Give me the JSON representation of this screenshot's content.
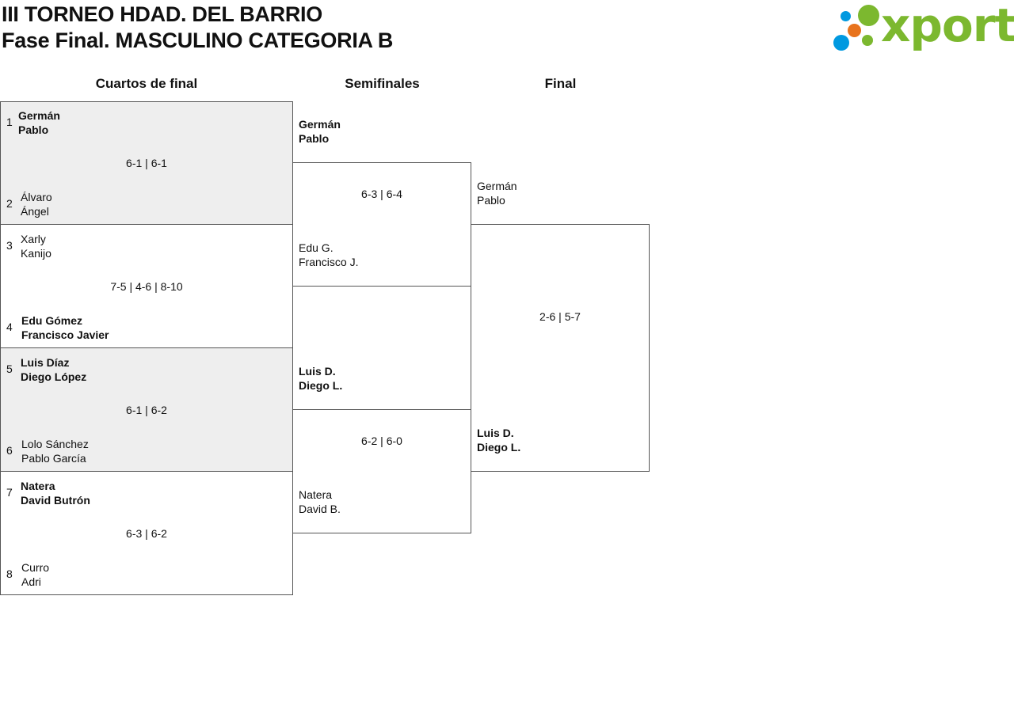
{
  "header": {
    "title_line1": "III TORNEO HDAD. DEL BARRIO",
    "title_line2": "Fase Final. MASCULINO CATEGORIA B"
  },
  "logo": {
    "text": "xporty",
    "colors": {
      "green": "#7cb82f",
      "blue": "#0099e0",
      "orange": "#e8731c"
    }
  },
  "rounds": {
    "quarterfinals": "Cuartos de final",
    "semifinals": "Semifinales",
    "final": "Final"
  },
  "quarterfinals": [
    {
      "top": {
        "seed": "1",
        "p1": "Germán",
        "p2": "Pablo",
        "winner": true
      },
      "bottom": {
        "seed": "2",
        "p1": "Álvaro",
        "p2": "Ángel",
        "winner": false
      },
      "score": "6-1 | 6-1"
    },
    {
      "top": {
        "seed": "3",
        "p1": "Xarly",
        "p2": "Kanijo",
        "winner": false
      },
      "bottom": {
        "seed": "4",
        "p1": "Edu Gómez",
        "p2": "Francisco Javier",
        "winner": true
      },
      "score": "7-5 | 4-6 | 8-10"
    },
    {
      "top": {
        "seed": "5",
        "p1": "Luis Díaz",
        "p2": "Diego López",
        "winner": true
      },
      "bottom": {
        "seed": "6",
        "p1": "Lolo Sánchez",
        "p2": "Pablo García",
        "winner": false
      },
      "score": "6-1 | 6-2"
    },
    {
      "top": {
        "seed": "7",
        "p1": "Natera",
        "p2": "David Butrón",
        "winner": true
      },
      "bottom": {
        "seed": "8",
        "p1": "Curro",
        "p2": "Adri",
        "winner": false
      },
      "score": "6-3 | 6-2"
    }
  ],
  "semifinals": [
    {
      "top": {
        "p1": "Germán",
        "p2": "Pablo",
        "winner": true
      },
      "bottom": {
        "p1": "Edu G.",
        "p2": "Francisco J.",
        "winner": false
      },
      "score": "6-3 | 6-4"
    },
    {
      "top": {
        "p1": "Luis D.",
        "p2": "Diego L.",
        "winner": true
      },
      "bottom": {
        "p1": "Natera",
        "p2": "David B.",
        "winner": false
      },
      "score": "6-2 | 6-0"
    }
  ],
  "final": {
    "top": {
      "p1": "Germán",
      "p2": "Pablo",
      "winner": false
    },
    "bottom": {
      "p1": "Luis D.",
      "p2": "Diego L.",
      "winner": true
    },
    "score": "2-6 | 5-7"
  }
}
